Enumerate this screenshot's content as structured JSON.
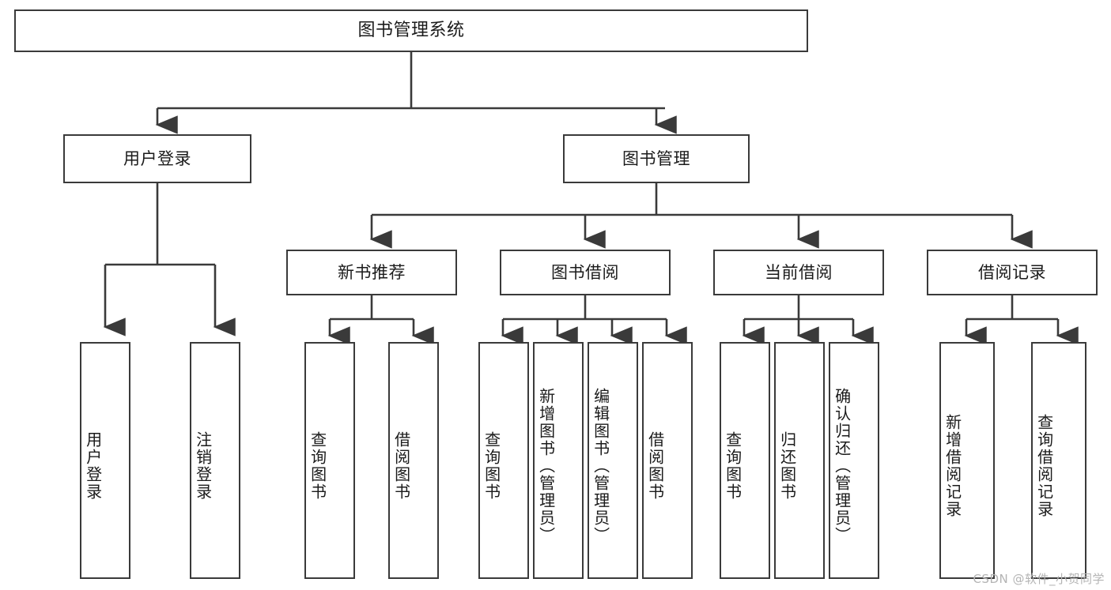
{
  "diagram": {
    "title": "图书管理系统",
    "type": "tree",
    "watermark": "CSDN @软件_小贺同学",
    "stroke_color": "#3a3a3a",
    "background_color": "#ffffff",
    "text_color": "#1b1b1b"
  },
  "nodes": {
    "root": {
      "label": "图书管理系统",
      "level": 1
    },
    "l2": [
      {
        "id": "user-login",
        "label": "用户登录",
        "level": 2
      },
      {
        "id": "book-manage",
        "label": "图书管理",
        "level": 2
      }
    ],
    "l3": [
      {
        "id": "new-book-rec",
        "label": "新书推荐",
        "level": 3
      },
      {
        "id": "book-borrow",
        "label": "图书借阅",
        "level": 3
      },
      {
        "id": "current-borrow",
        "label": "当前借阅",
        "level": 3
      },
      {
        "id": "borrow-record",
        "label": "借阅记录",
        "level": 3
      }
    ],
    "leaves": [
      {
        "id": "leaf-user-login",
        "label": "用户登录",
        "parent": "user-login"
      },
      {
        "id": "leaf-logout",
        "label": "注销登录",
        "parent": "user-login"
      },
      {
        "id": "leaf-query-book-1",
        "label": "查询图书",
        "parent": "new-book-rec"
      },
      {
        "id": "leaf-borrow-book-1",
        "label": "借阅图书",
        "parent": "new-book-rec"
      },
      {
        "id": "leaf-query-book-2",
        "label": "查询图书",
        "parent": "book-borrow"
      },
      {
        "id": "leaf-add-book",
        "label": "新增图书（管理员）",
        "parent": "book-borrow"
      },
      {
        "id": "leaf-edit-book",
        "label": "编辑图书（管理员）",
        "parent": "book-borrow"
      },
      {
        "id": "leaf-borrow-book-2",
        "label": "借阅图书",
        "parent": "book-borrow"
      },
      {
        "id": "leaf-query-book-3",
        "label": "查询图书",
        "parent": "current-borrow"
      },
      {
        "id": "leaf-return-book",
        "label": "归还图书",
        "parent": "current-borrow"
      },
      {
        "id": "leaf-confirm-return",
        "label": "确认归还（管理员）",
        "parent": "current-borrow"
      },
      {
        "id": "leaf-add-record",
        "label": "新增借阅记录",
        "parent": "borrow-record"
      },
      {
        "id": "leaf-query-record",
        "label": "查询借阅记录",
        "parent": "borrow-record"
      }
    ]
  }
}
